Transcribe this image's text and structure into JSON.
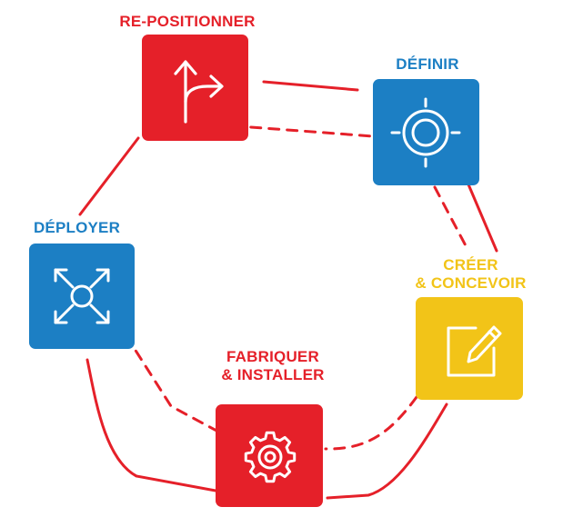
{
  "colors": {
    "red": "#e52029",
    "blue": "#1c7fc4",
    "yellow": "#f2c418",
    "icon_stroke": "#ffffff"
  },
  "steps": [
    {
      "id": "repositionner",
      "lines": [
        "RE-POSITIONNER"
      ],
      "color": "red",
      "icon": "fork-arrow-icon"
    },
    {
      "id": "definir",
      "lines": [
        "DÉFINIR"
      ],
      "color": "blue",
      "icon": "target-icon"
    },
    {
      "id": "creer",
      "lines": [
        "CRÉER",
        "& CONCEVOIR"
      ],
      "color": "yellow",
      "icon": "edit-icon"
    },
    {
      "id": "fabriquer",
      "lines": [
        "FABRIQUER",
        "& INSTALLER"
      ],
      "color": "red",
      "icon": "gear-icon"
    },
    {
      "id": "deployer",
      "lines": [
        "DÉPLOYER"
      ],
      "color": "blue",
      "icon": "expand-arrows-icon"
    }
  ],
  "connectors": {
    "outer": "solid",
    "inner": "dashed"
  }
}
